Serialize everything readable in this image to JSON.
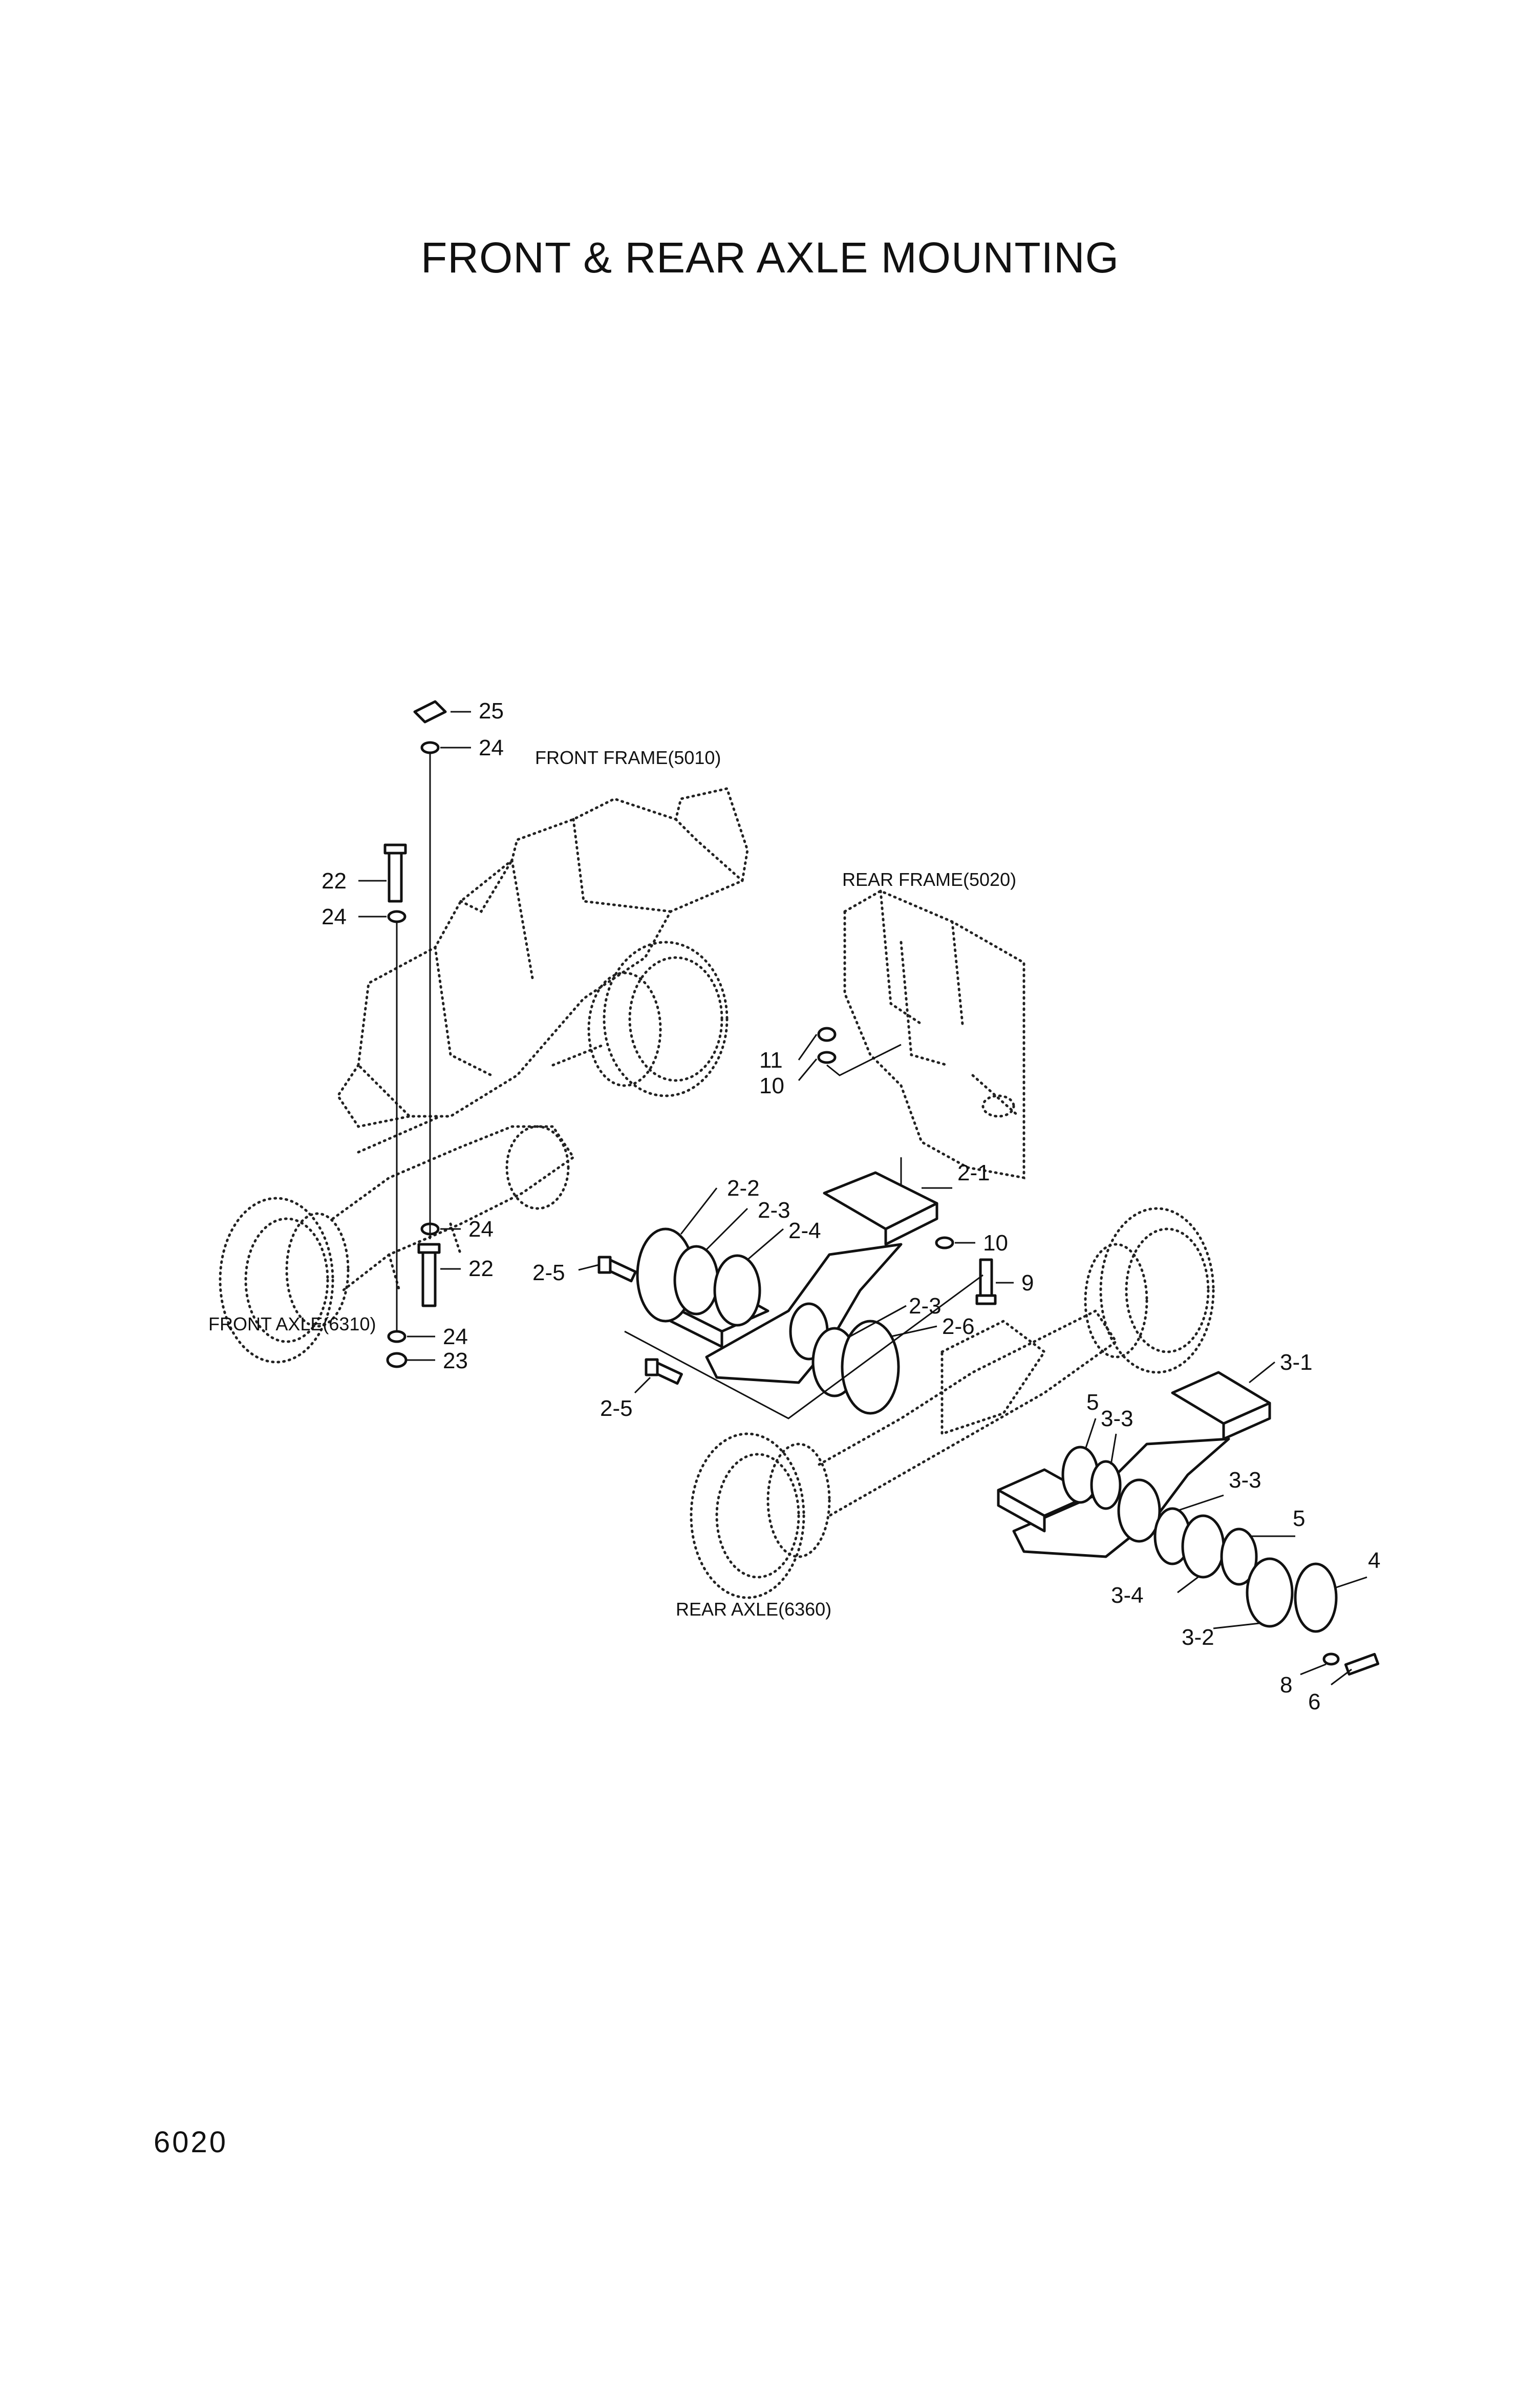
{
  "title": "FRONT & REAR AXLE MOUNTING",
  "page_number": "6020",
  "assemblies": {
    "front_frame": "FRONT FRAME(5010)",
    "rear_frame": "REAR FRAME(5020)",
    "front_axle": "FRONT AXLE(6310)",
    "rear_axle": "REAR AXLE(6360)"
  },
  "callouts": {
    "p25": "25",
    "p24a": "24",
    "p22a": "22",
    "p24b": "24",
    "p11": "11",
    "p10a": "10",
    "p2_1": "2-1",
    "p2_2": "2-2",
    "p2_3a": "2-3",
    "p2_4": "2-4",
    "p24c": "24",
    "p22b": "22",
    "p2_5a": "2-5",
    "p10b": "10",
    "p9": "9",
    "p24d": "24",
    "p23": "23",
    "p2_3b": "2-3",
    "p2_6": "2-6",
    "p3_1": "3-1",
    "p2_5b": "2-5",
    "p5a": "5",
    "p3_3a": "3-3",
    "p3_3b": "3-3",
    "p5b": "5",
    "p4": "4",
    "p3_4": "3-4",
    "p3_2": "3-2",
    "p8": "8",
    "p6": "6"
  }
}
